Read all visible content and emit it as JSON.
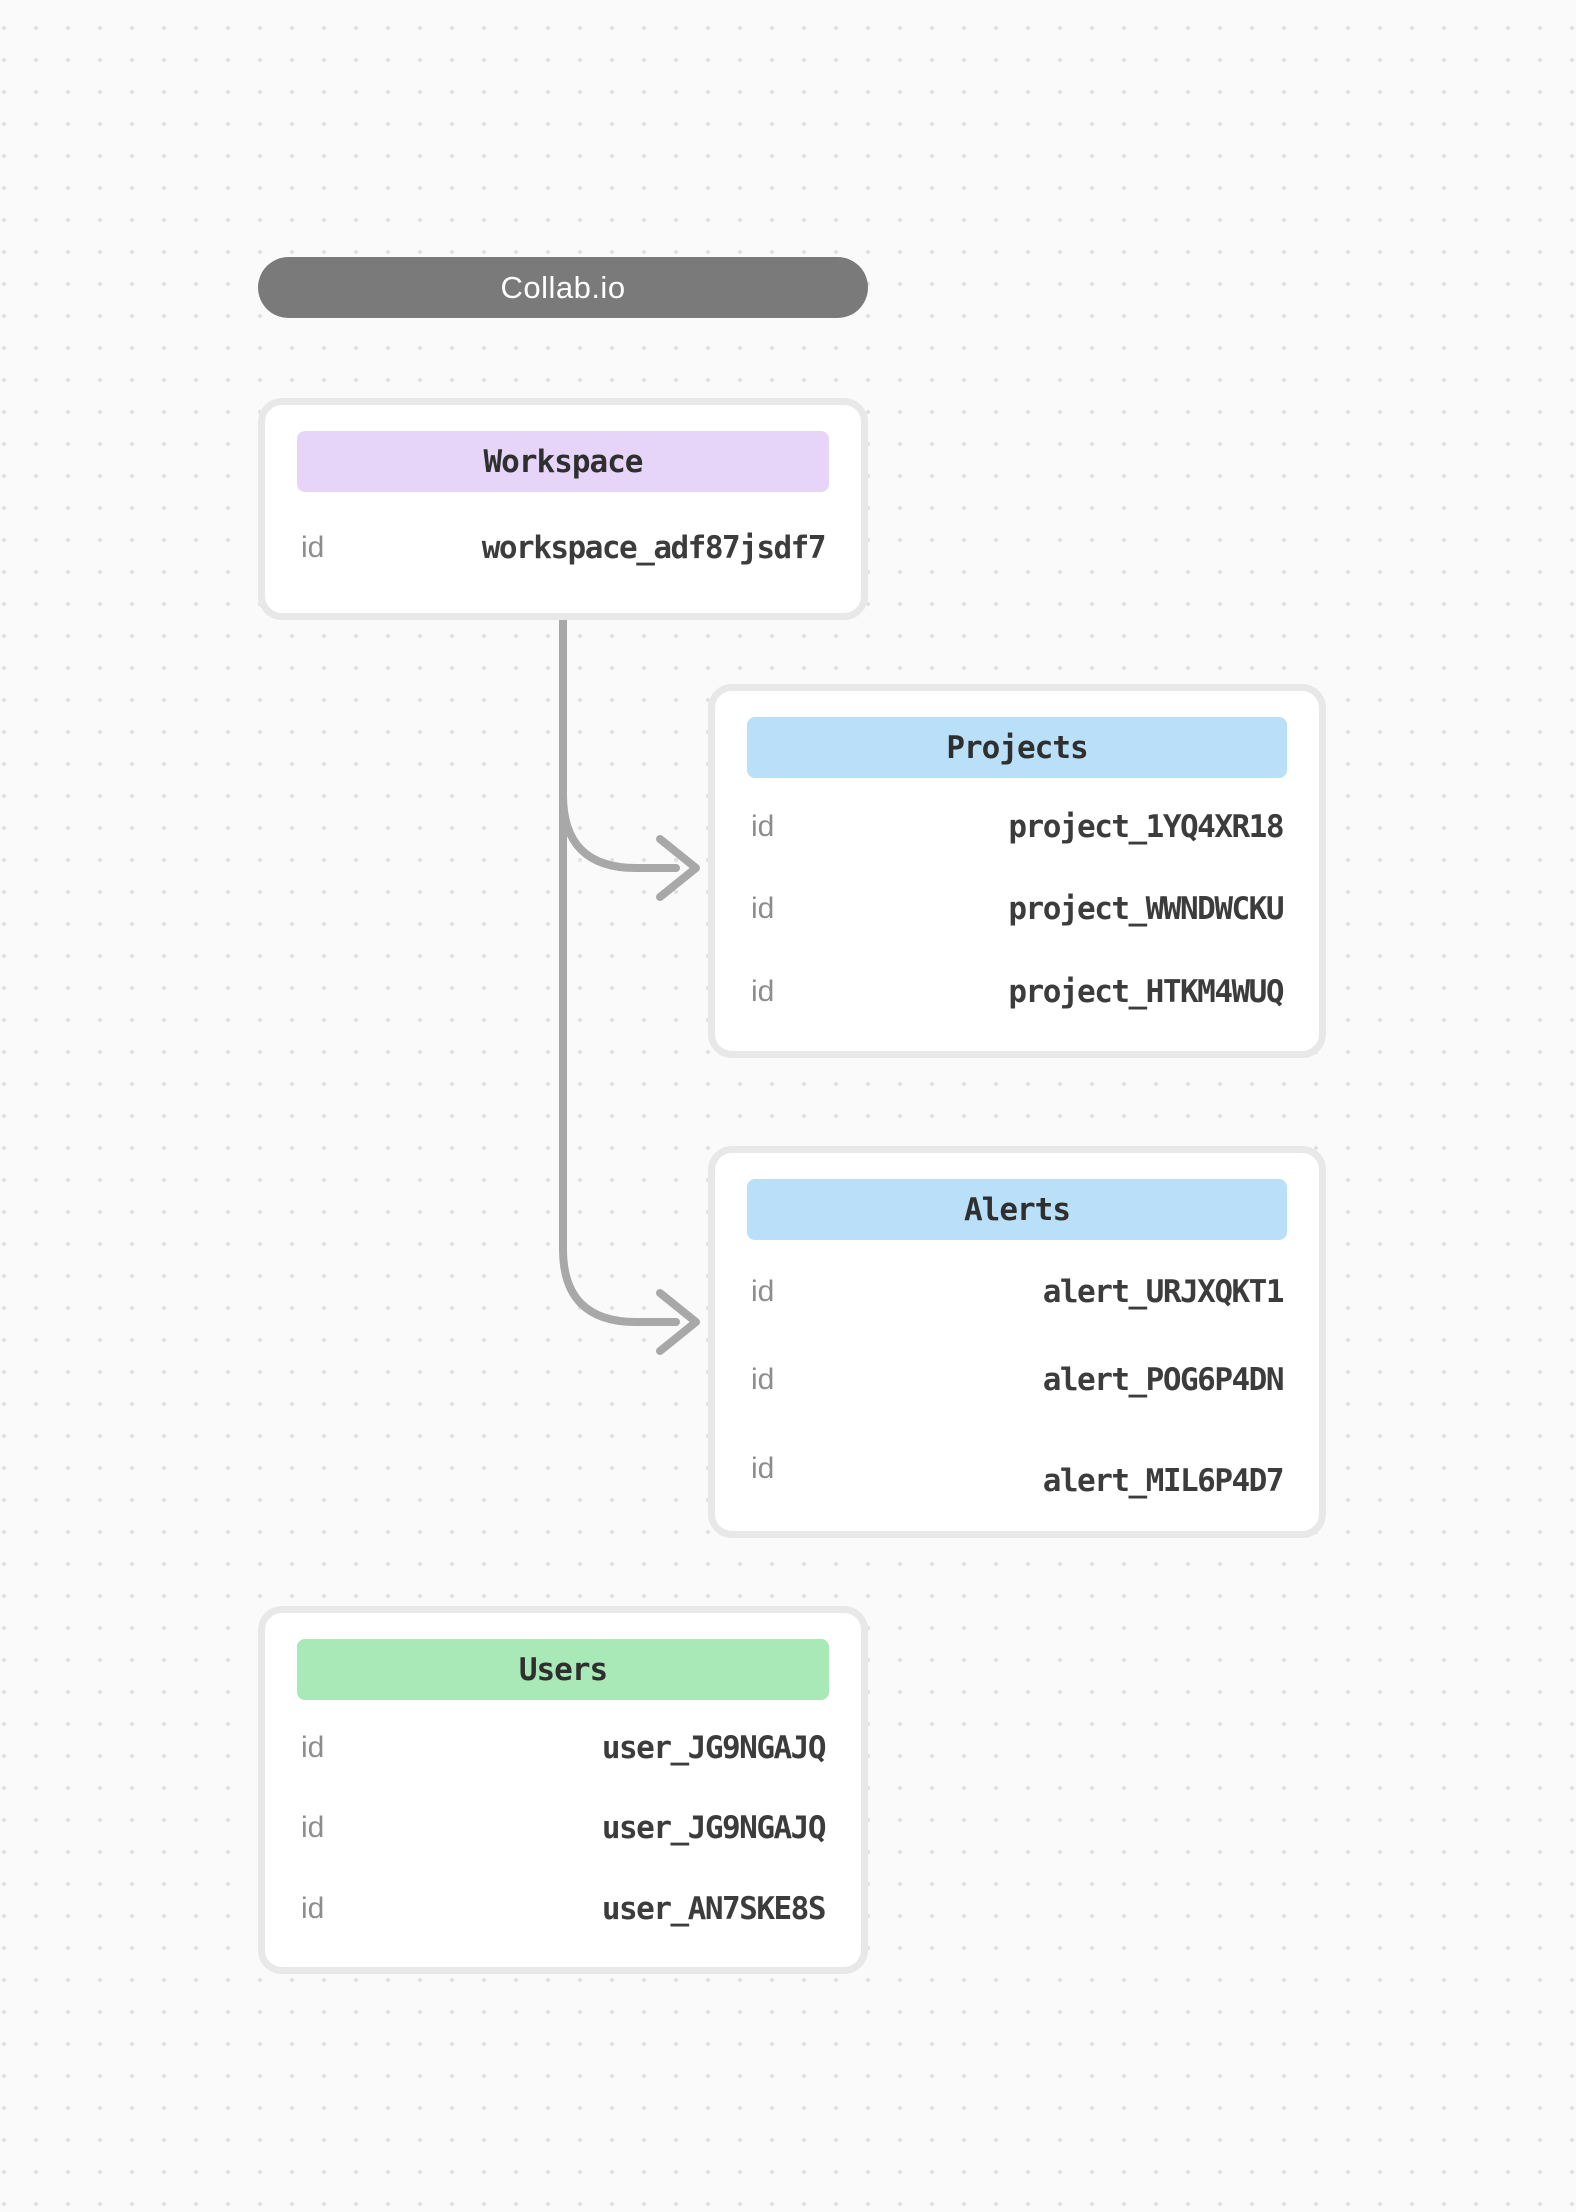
{
  "app": {
    "title": "Collab.io"
  },
  "colors": {
    "canvas-bg": "#fafafa",
    "dot": "#e1e1e1",
    "pill-bg": "#7a7a7a",
    "pill-text": "#ffffff",
    "card-bg": "#ffffff",
    "card-border": "#e8e8e8",
    "header-text": "#2f2f2f",
    "key-text": "#8d8d8d",
    "value-text": "#3c3c3c",
    "edge": "#a8a8a8",
    "header-purple": "#e7d4f9",
    "header-blue": "#b9dff9",
    "header-green": "#a9e8b7"
  },
  "nodes": [
    {
      "title": "Workspace",
      "header_color": "#e7d4f9",
      "rows": [
        {
          "key": "id",
          "value": "workspace_adf87jsdf7"
        }
      ]
    },
    {
      "title": "Projects",
      "header_color": "#b9dff9",
      "rows": [
        {
          "key": "id",
          "value": "project_1YQ4XR18"
        },
        {
          "key": "id",
          "value": "project_WWNDWCKU"
        },
        {
          "key": "id",
          "value": "project_HTKM4WUQ"
        }
      ]
    },
    {
      "title": "Alerts",
      "header_color": "#b9dff9",
      "rows": [
        {
          "key": "id",
          "value": "alert_URJXQKT1"
        },
        {
          "key": "id",
          "value": "alert_POG6P4DN"
        },
        {
          "key": "id",
          "value": "alert_MIL6P4D7"
        }
      ]
    },
    {
      "title": "Users",
      "header_color": "#a9e8b7",
      "rows": [
        {
          "key": "id",
          "value": "user_JG9NGAJQ"
        },
        {
          "key": "id",
          "value": "user_JG9NGAJQ"
        },
        {
          "key": "id",
          "value": "user_AN7SKE8S"
        }
      ]
    }
  ],
  "edges": [
    {
      "from": "Workspace",
      "to": "Projects"
    },
    {
      "from": "Workspace",
      "to": "Alerts"
    }
  ]
}
